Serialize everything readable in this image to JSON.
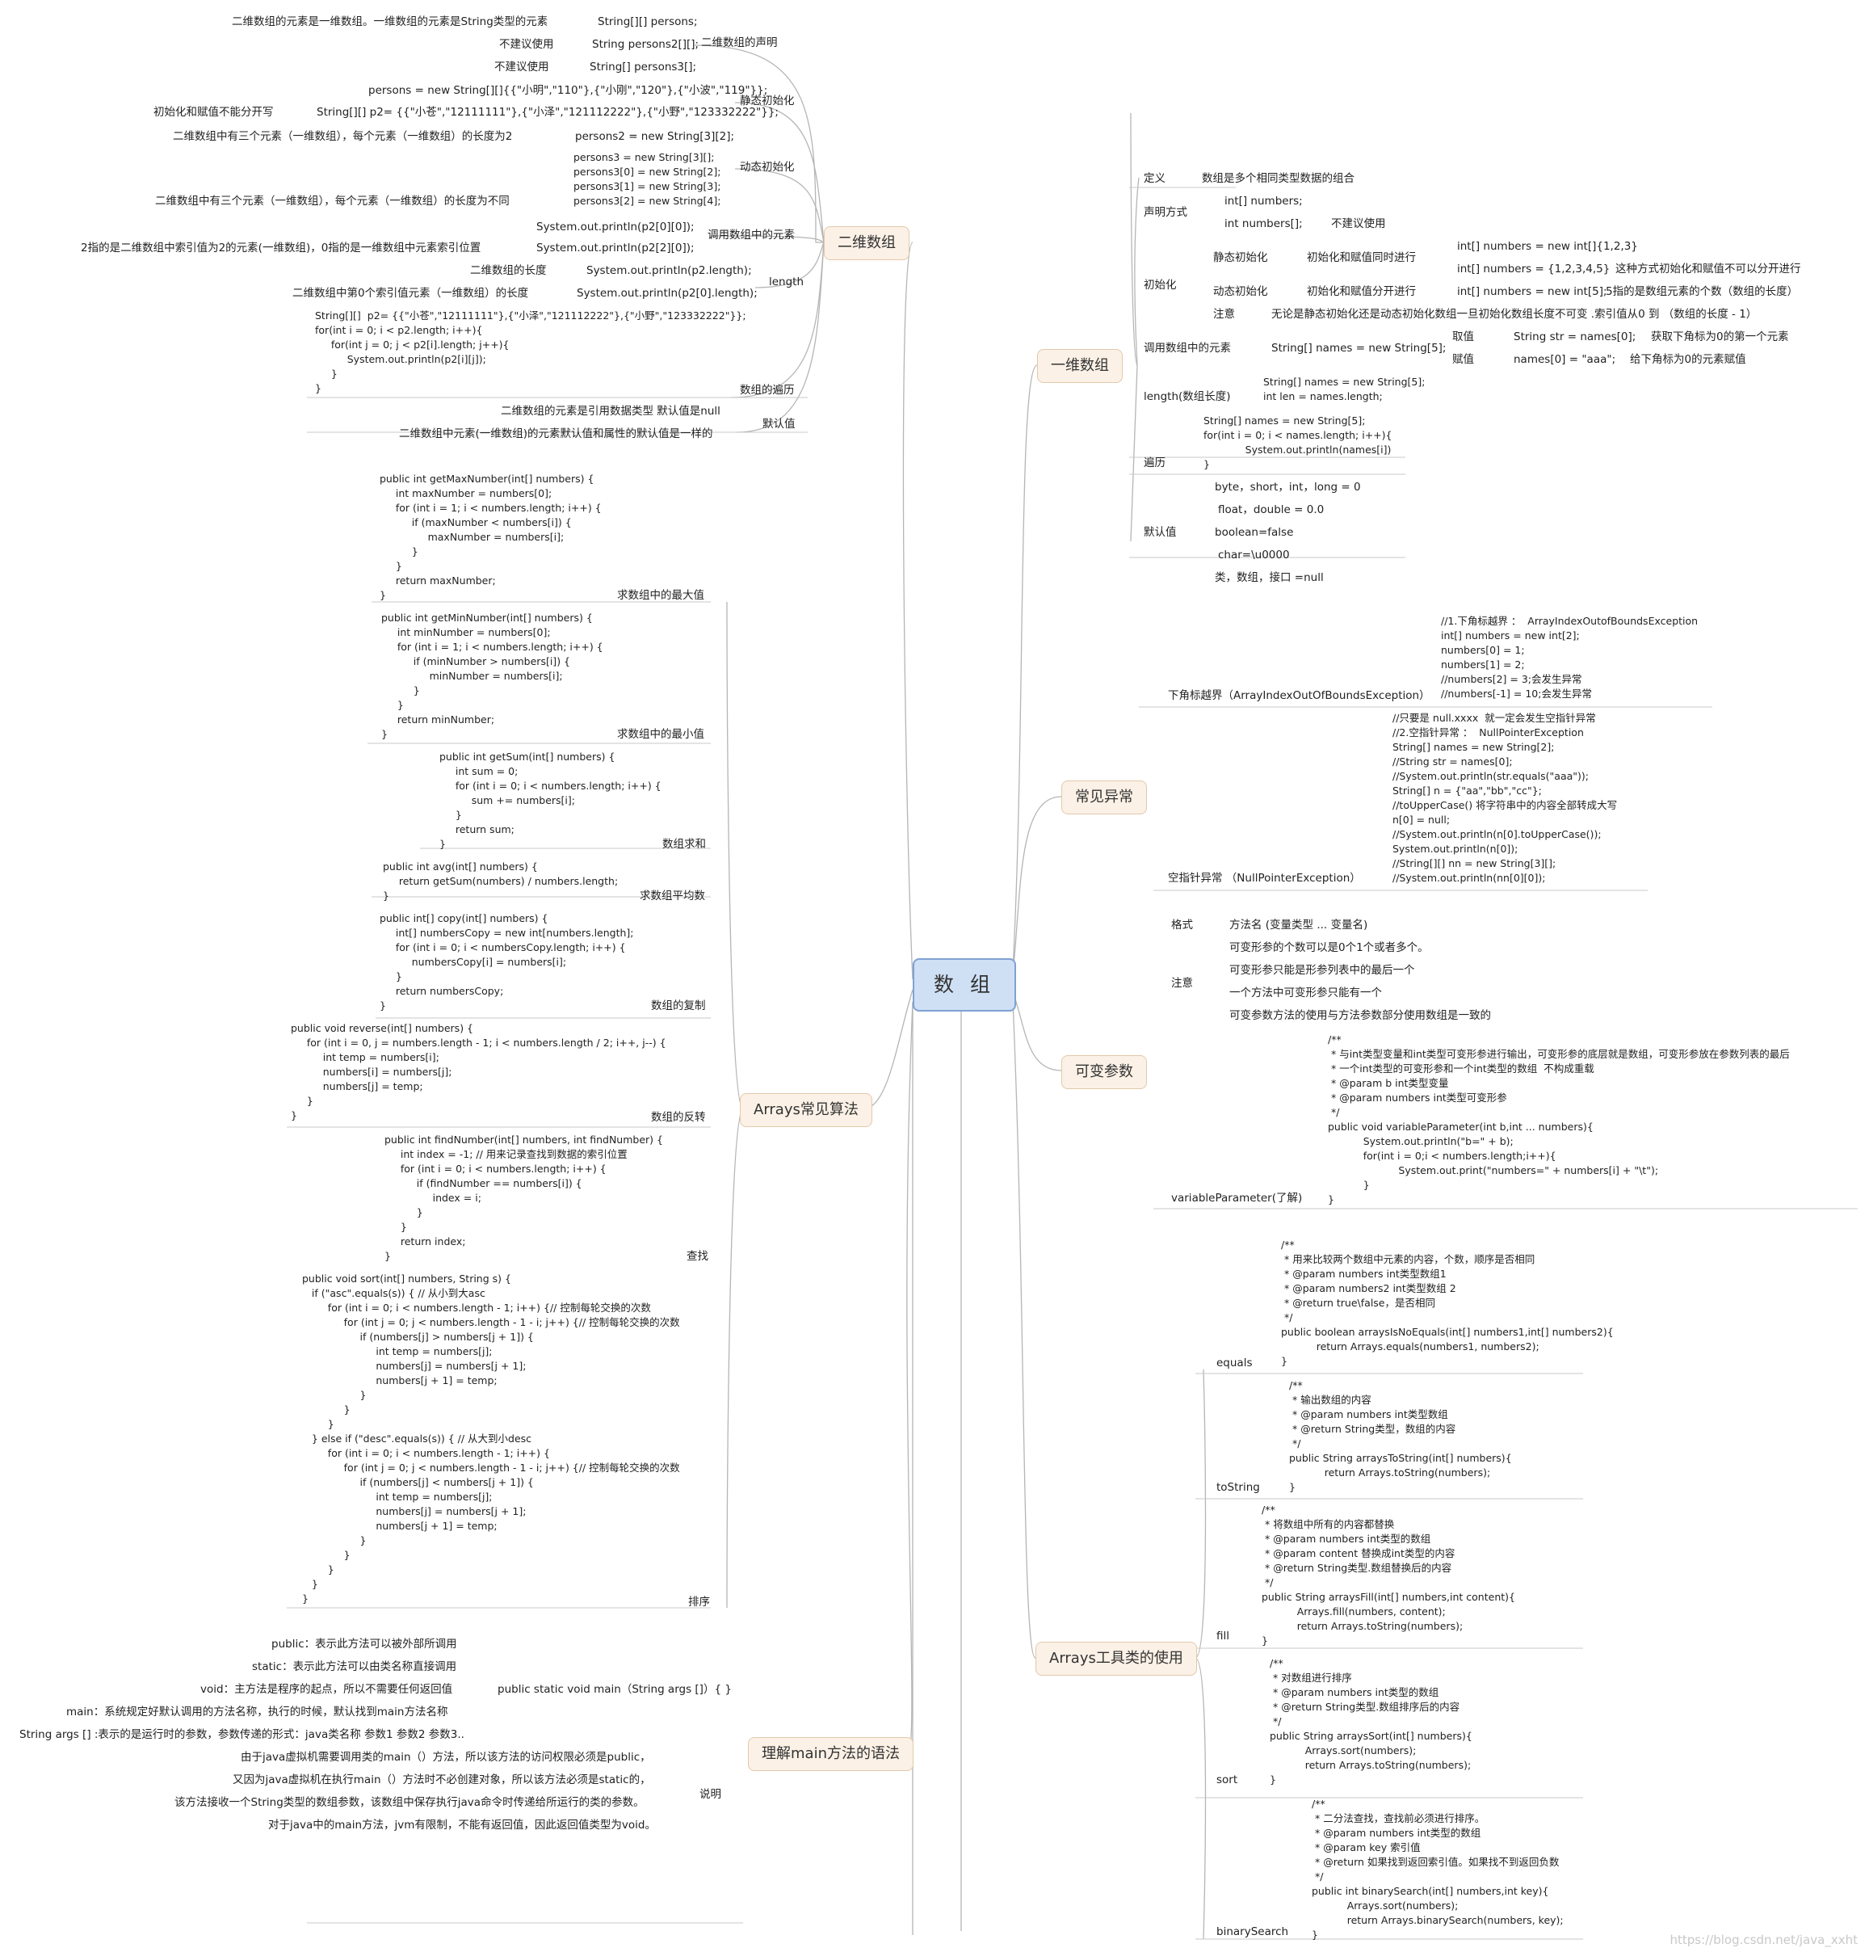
{
  "root": "数 组",
  "branches": {
    "two_dim": "二维数组",
    "one_dim": "一维数组",
    "exceptions": "常见异常",
    "varargs": "可变参数",
    "arrays_util": "Arrays工具类的使用",
    "algorithms": "Arrays常见算法",
    "main_method": "理解main方法的语法"
  },
  "two_dim": {
    "declare_label": "二维数组的声明",
    "declare_items": [
      "String[][] persons;",
      "String persons2[][];",
      "String[] persons3[];"
    ],
    "declare_notes": [
      "二维数组的元素是一维数组。一维数组的元素是String类型的元素",
      "不建议使用",
      "不建议使用"
    ],
    "static_label": "静态初始化",
    "static_items": [
      "persons = new String[][]{{\"小明\",\"110\"},{\"小刚\",\"120\"},{\"小波\",\"119\"}};",
      "String[][]  p2= {{\"小苍\",\"12111111\"},{\"小泽\",\"121112222\"},{\"小野\",\"123332222\"}};"
    ],
    "static_note": "初始化和赋值不能分开写",
    "dynamic_label": "动态初始化",
    "dynamic_item1": "persons2 = new String[3][2];",
    "dynamic_note1": "二维数组中有三个元素（一维数组），每个元素（一维数组）的长度为2",
    "dynamic_code2": "persons3 = new String[3][];\npersons3[0] = new String[2];\npersons3[1] = new String[3];\npersons3[2] = new String[4];",
    "dynamic_note2": "二维数组中有三个元素（一维数组），每个元素（一维数组）的长度为不同",
    "call_label": "调用数组中的元素",
    "call_items": [
      "System.out.println(p2[0][0]);",
      "System.out.println(p2[2][0]);"
    ],
    "call_note": "2指的是二维数组中索引值为2的元素(一维数组)，0指的是一维数组中元素索引位置",
    "length_label": "length",
    "length_items": [
      "System.out.println(p2.length);",
      "System.out.println(p2[0].length);"
    ],
    "length_notes": [
      "二维数组的长度",
      "二维数组中第0个索引值元素（一维数组）的长度"
    ],
    "traverse_label": "数组的遍历",
    "traverse_code": "String[][]  p2= {{\"小苍\",\"12111111\"},{\"小泽\",\"121112222\"},{\"小野\",\"123332222\"}};\nfor(int i = 0; i < p2.length; i++){\n     for(int j = 0; j < p2[i].length; j++){\n          System.out.println(p2[i][j]);\n     }\n}",
    "default_label": "默认值",
    "default_items": [
      "二维数组的元素是引用数据类型 默认值是null",
      "二维数组中元素(一维数组)的元素默认值和属性的默认值是一样的"
    ]
  },
  "one_dim": {
    "def_label": "定义",
    "def_value": "数组是多个相同类型数据的组合",
    "decl_label": "声明方式",
    "decl_items": [
      "int[] numbers;",
      "int numbers[];"
    ],
    "decl_note": "不建议使用",
    "init_label": "初始化",
    "static_label": "静态初始化",
    "static_sub": "初始化和赋值同时进行",
    "static_items": [
      "int[]  numbers = new int[]{1,2,3}",
      "int[] numbers = {1,2,3,4,5}"
    ],
    "static_note": "这种方式初始化和赋值不可以分开进行",
    "dynamic_label": "动态初始化",
    "dynamic_sub": "初始化和赋值分开进行",
    "dynamic_item": "int[] numbers = new int[5];",
    "dynamic_note": "5指的是数组元素的个数（数组的长度）",
    "note_label": "注意",
    "note_value": "无论是静态初始化还是动态初始化数组一旦初始化数组长度不可变 .索引值从0  到  （数组的长度 - 1）",
    "call_label": "调用数组中的元素",
    "call_item": "String[] names = new String[5];",
    "get_label": "取值",
    "get_item": "String str = names[0];",
    "get_note": "获取下角标为0的第一个元素",
    "set_label": "赋值",
    "set_item": "names[0] = \"aaa\";",
    "set_note": "给下角标为0的元素赋值",
    "length_label": "length(数组长度)",
    "length_code": "String[] names = new String[5];\nint len = names.length;",
    "traverse_label": "遍历",
    "traverse_code": "String[] names = new String[5];\nfor(int i = 0; i < names.length; i++){\n             System.out.println(names[i])\n}",
    "default_label": "默认值",
    "default_items": [
      "byte，short，int，long = 0",
      "float，double = 0.0",
      "boolean=false",
      "char=\\u0000",
      "类，数组，接口 =null"
    ]
  },
  "exceptions": {
    "index_label": "下角标越界（ArrayIndexOutOfBoundsException）",
    "index_code": "//1.下角标越界 ：  ArrayIndexOutofBoundsException\nint[] numbers = new int[2];\nnumbers[0] = 1;\nnumbers[1] = 2;\n//numbers[2] = 3;会发生异常\n//numbers[-1] = 10;会发生异常",
    "null_label": "空指针异常  （NullPointerException）",
    "null_code": "//只要是 null.xxxx  就一定会发生空指针异常\n//2.空指针异常 ：  NullPointerException\nString[] names = new String[2];\n//String str = names[0];\n//System.out.println(str.equals(\"aaa\"));\nString[] n = {\"aa\",\"bb\",\"cc\"};\n//toUpperCase() 将字符串中的内容全部转成大写\nn[0] = null;\n//System.out.println(n[0].toUpperCase());\nSystem.out.println(n[0]);\n//String[][] nn = new String[3][];\n//System.out.println(nn[0][0]);"
  },
  "varargs": {
    "format_label": "格式",
    "format_value": "方法名 (变量类型 ... 变量名)",
    "note_label": "注意",
    "note_items": [
      "可变形参的个数可以是0个1个或者多个。",
      "可变形参只能是形参列表中的最后一个",
      "一个方法中可变形参只能有一个",
      "可变参数方法的使用与方法参数部分使用数组是一致的"
    ],
    "method_label": "variableParameter(了解)",
    "method_code": "/**\n * 与int类型变量和int类型可变形参进行输出，可变形参的底层就是数组，可变形参放在参数列表的最后\n * 一个int类型的可变形参和一个int类型的数组  不构成重载\n * @param b int类型变量\n * @param numbers int类型可变形参\n */\npublic void variableParameter(int b,int ... numbers){\n           System.out.println(\"b=\" + b);\n           for(int i = 0;i < numbers.length;i++){\n                      System.out.print(\"numbers=\" + numbers[i] + \"\\t\");\n           }\n}"
  },
  "arrays_util": {
    "equals_label": "equals",
    "equals_code": "/**\n * 用来比较两个数组中元素的内容，个数，顺序是否相同\n * @param numbers int类型数组1\n * @param numbers2 int类型数组 2\n * @return true\\false，是否相同\n */\npublic boolean arraysIsNoEquals(int[] numbers1,int[] numbers2){\n           return Arrays.equals(numbers1, numbers2);\n}",
    "tostring_label": "toString",
    "tostring_code": "/**\n * 输出数组的内容\n * @param numbers int类型数组\n * @return String类型，数组的内容\n */\npublic String arraysToString(int[] numbers){\n           return Arrays.toString(numbers);\n}",
    "fill_label": "fill",
    "fill_code": "/**\n * 将数组中所有的内容都替换\n * @param numbers int类型的数组\n * @param content 替换成int类型的内容\n * @return String类型.数组替换后的内容\n */\npublic String arraysFill(int[] numbers,int content){\n           Arrays.fill(numbers, content);\n           return Arrays.toString(numbers);\n}",
    "sort_label": "sort",
    "sort_code": "/**\n * 对数组进行排序\n * @param numbers int类型的数组\n * @return String类型.数组排序后的内容\n */\npublic String arraysSort(int[] numbers){\n           Arrays.sort(numbers);\n           return Arrays.toString(numbers);\n}",
    "bsearch_label": "binarySearch",
    "bsearch_code": "/**\n * 二分法查找，查找前必须进行排序。\n * @param numbers int类型的数组\n * @param key 索引值\n * @return 如果找到返回索引值。如果找不到返回负数\n */\npublic int binarySearch(int[] numbers,int key){\n           Arrays.sort(numbers);\n           return Arrays.binarySearch(numbers, key);\n}"
  },
  "algorithms": {
    "max_label": "求数组中的最大值",
    "max_code": "public int getMaxNumber(int[] numbers) {\n     int maxNumber = numbers[0];\n     for (int i = 1; i < numbers.length; i++) {\n          if (maxNumber < numbers[i]) {\n               maxNumber = numbers[i];\n          }\n     }\n     return maxNumber;\n}",
    "min_label": "求数组中的最小值",
    "min_code": "public int getMinNumber(int[] numbers) {\n     int minNumber = numbers[0];\n     for (int i = 1; i < numbers.length; i++) {\n          if (minNumber > numbers[i]) {\n               minNumber = numbers[i];\n          }\n     }\n     return minNumber;\n}",
    "sum_label": "数组求和",
    "sum_code": "public int getSum(int[] numbers) {\n     int sum = 0;\n     for (int i = 0; i < numbers.length; i++) {\n          sum += numbers[i];\n     }\n     return sum;\n}",
    "avg_label": "求数组平均数",
    "avg_code": "public int avg(int[] numbers) {\n     return getSum(numbers) / numbers.length;\n}",
    "copy_label": "数组的复制",
    "copy_code": "public int[] copy(int[] numbers) {\n     int[] numbersCopy = new int[numbers.length];\n     for (int i = 0; i < numbersCopy.length; i++) {\n          numbersCopy[i] = numbers[i];\n     }\n     return numbersCopy;\n}",
    "reverse_label": "数组的反转",
    "reverse_code": "public void reverse(int[] numbers) {\n     for (int i = 0, j = numbers.length - 1; i < numbers.length / 2; i++, j--) {\n          int temp = numbers[i];\n          numbers[i] = numbers[j];\n          numbers[j] = temp;\n     }\n}",
    "find_label": "查找",
    "find_code": "public int findNumber(int[] numbers, int findNumber) {\n     int index = -1; // 用来记录查找到数据的索引位置\n     for (int i = 0; i < numbers.length; i++) {\n          if (findNumber == numbers[i]) {\n               index = i;\n          }\n     }\n     return index;\n}",
    "sort_label": "排序",
    "sort_code": "public void sort(int[] numbers, String s) {\n   if (\"asc\".equals(s)) { // 从小到大asc\n        for (int i = 0; i < numbers.length - 1; i++) {// 控制每轮交换的次数\n             for (int j = 0; j < numbers.length - 1 - i; j++) {// 控制每轮交换的次数\n                  if (numbers[j] > numbers[j + 1]) {\n                       int temp = numbers[j];\n                       numbers[j] = numbers[j + 1];\n                       numbers[j + 1] = temp;\n                  }\n             }\n        }\n   } else if (\"desc\".equals(s)) { // 从大到小desc\n        for (int i = 0; i < numbers.length - 1; i++) {\n             for (int j = 0; j < numbers.length - 1 - i; j++) {// 控制每轮交换的次数\n                  if (numbers[j] < numbers[j + 1]) {\n                       int temp = numbers[j];\n                       numbers[j] = numbers[j + 1];\n                       numbers[j + 1] = temp;\n                  }\n             }\n        }\n   }\n}"
  },
  "main_method": {
    "signature": "public static void main（String args []）{       }",
    "sig_items": [
      "public：表示此方法可以被外部所调用",
      "static：表示此方法可以由类名称直接调用",
      "void：主方法是程序的起点，所以不需要任何返回值",
      "main：系统规定好默认调用的方法名称，执行的时候，默认找到main方法名称",
      "String args [] :表示的是运行时的参数，参数传递的形式：java类名称 参数1 参数2 参数3.."
    ],
    "explain_label": "说明",
    "explain_items": [
      "由于java虚拟机需要调用类的main（）方法，所以该方法的访问权限必须是public，",
      "又因为java虚拟机在执行main（）方法时不必创建对象，所以该方法必须是static的，",
      "该方法接收一个String类型的数组参数，该数组中保存执行java命令时传递给所运行的类的参数。",
      "对于java中的main方法，jvm有限制，不能有返回值，因此返回值类型为void。"
    ]
  },
  "watermark": "https://blog.csdn.net/java_xxht"
}
